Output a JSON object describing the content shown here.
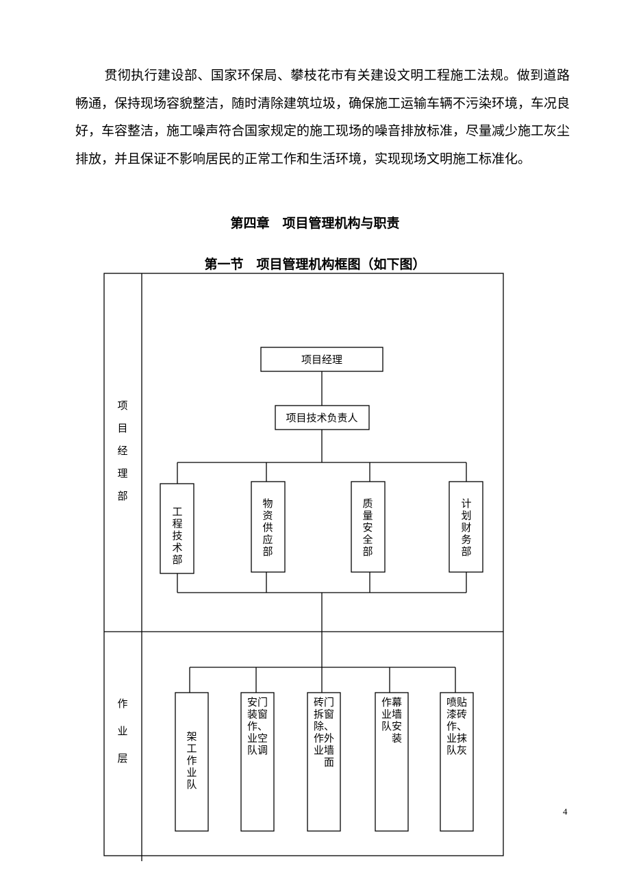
{
  "paragraph": "贯彻执行建设部、国家环保局、攀枝花市有关建设文明工程施工法规。做到道路畅通，保持现场容貌整洁，随时清除建筑垃圾，确保施工运输车辆不污染环境，车况良好，车容整洁，施工噪声符合国家规定的施工现场的噪音排放标准，尽量减少施工灰尘排放，并且保证不影响居民的正常工作和生活环境，实现现场文明施工标准化。",
  "chapter_title": "第四章　项目管理机构与职责",
  "section_title": "第一节　项目管理机构框图（如下图）",
  "org_chart": {
    "layers": {
      "management": "项目经理部",
      "operations": "作业层"
    },
    "manager": "项目经理",
    "tech_lead": "项目技术负责人",
    "departments": [
      "工程技术部",
      "物资供应部",
      "质量安全部",
      "计划财务部"
    ],
    "teams": [
      "架工作业队",
      "门窗、空调安装作业队",
      "门窗、外墙面砖拆除作业",
      "幕墙安装作业队",
      "贴砖、抹灰喷漆作业队"
    ]
  },
  "page_number": "4"
}
